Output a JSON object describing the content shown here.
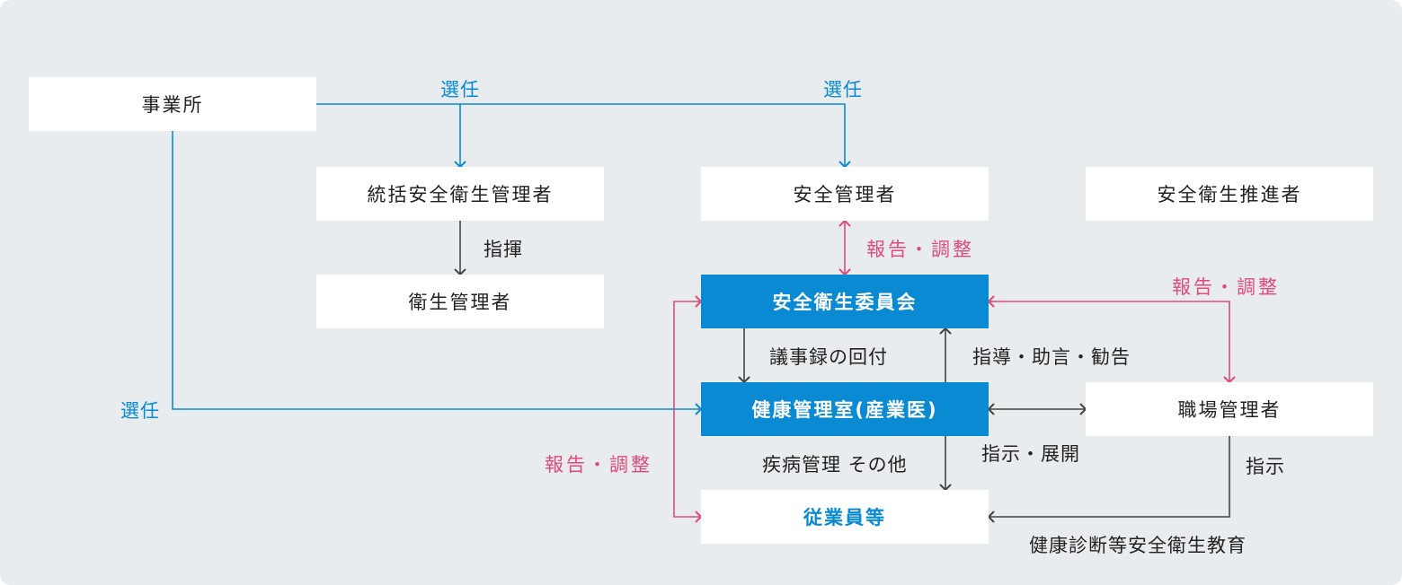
{
  "colors": {
    "background": "#e9ecef",
    "box": "#ffffff",
    "accent_blue": "#0a8ad2",
    "accent_pink": "#e04a7a",
    "line_dark": "#444444"
  },
  "nodes": {
    "jigyosho": "事業所",
    "tokatsu": "統括安全衛生管理者",
    "anzen_kanrisha": "安全管理者",
    "suishinsha": "安全衛生推進者",
    "eisei_kanrisha": "衛生管理者",
    "iinkai": "安全衛生委員会",
    "kenko_kanrishitsu": "健康管理室(産業医)",
    "shokuba_kanrisha": "職場管理者",
    "jugyoin": "従業員等"
  },
  "labels": {
    "senin_1": "選任",
    "senin_2": "選任",
    "senin_3": "選任",
    "shiki": "指揮",
    "hokoku_1": "報告・調整",
    "hokoku_2": "報告・調整",
    "hokoku_3": "報告・調整",
    "gijiroku": "議事録の回付",
    "shido": "指導・助言・勧告",
    "shippei": "疾病管理 その他",
    "shiji_tenkai": "指示・展開",
    "shiji": "指示",
    "kenshin": "健康診断等安全衛生教育"
  }
}
